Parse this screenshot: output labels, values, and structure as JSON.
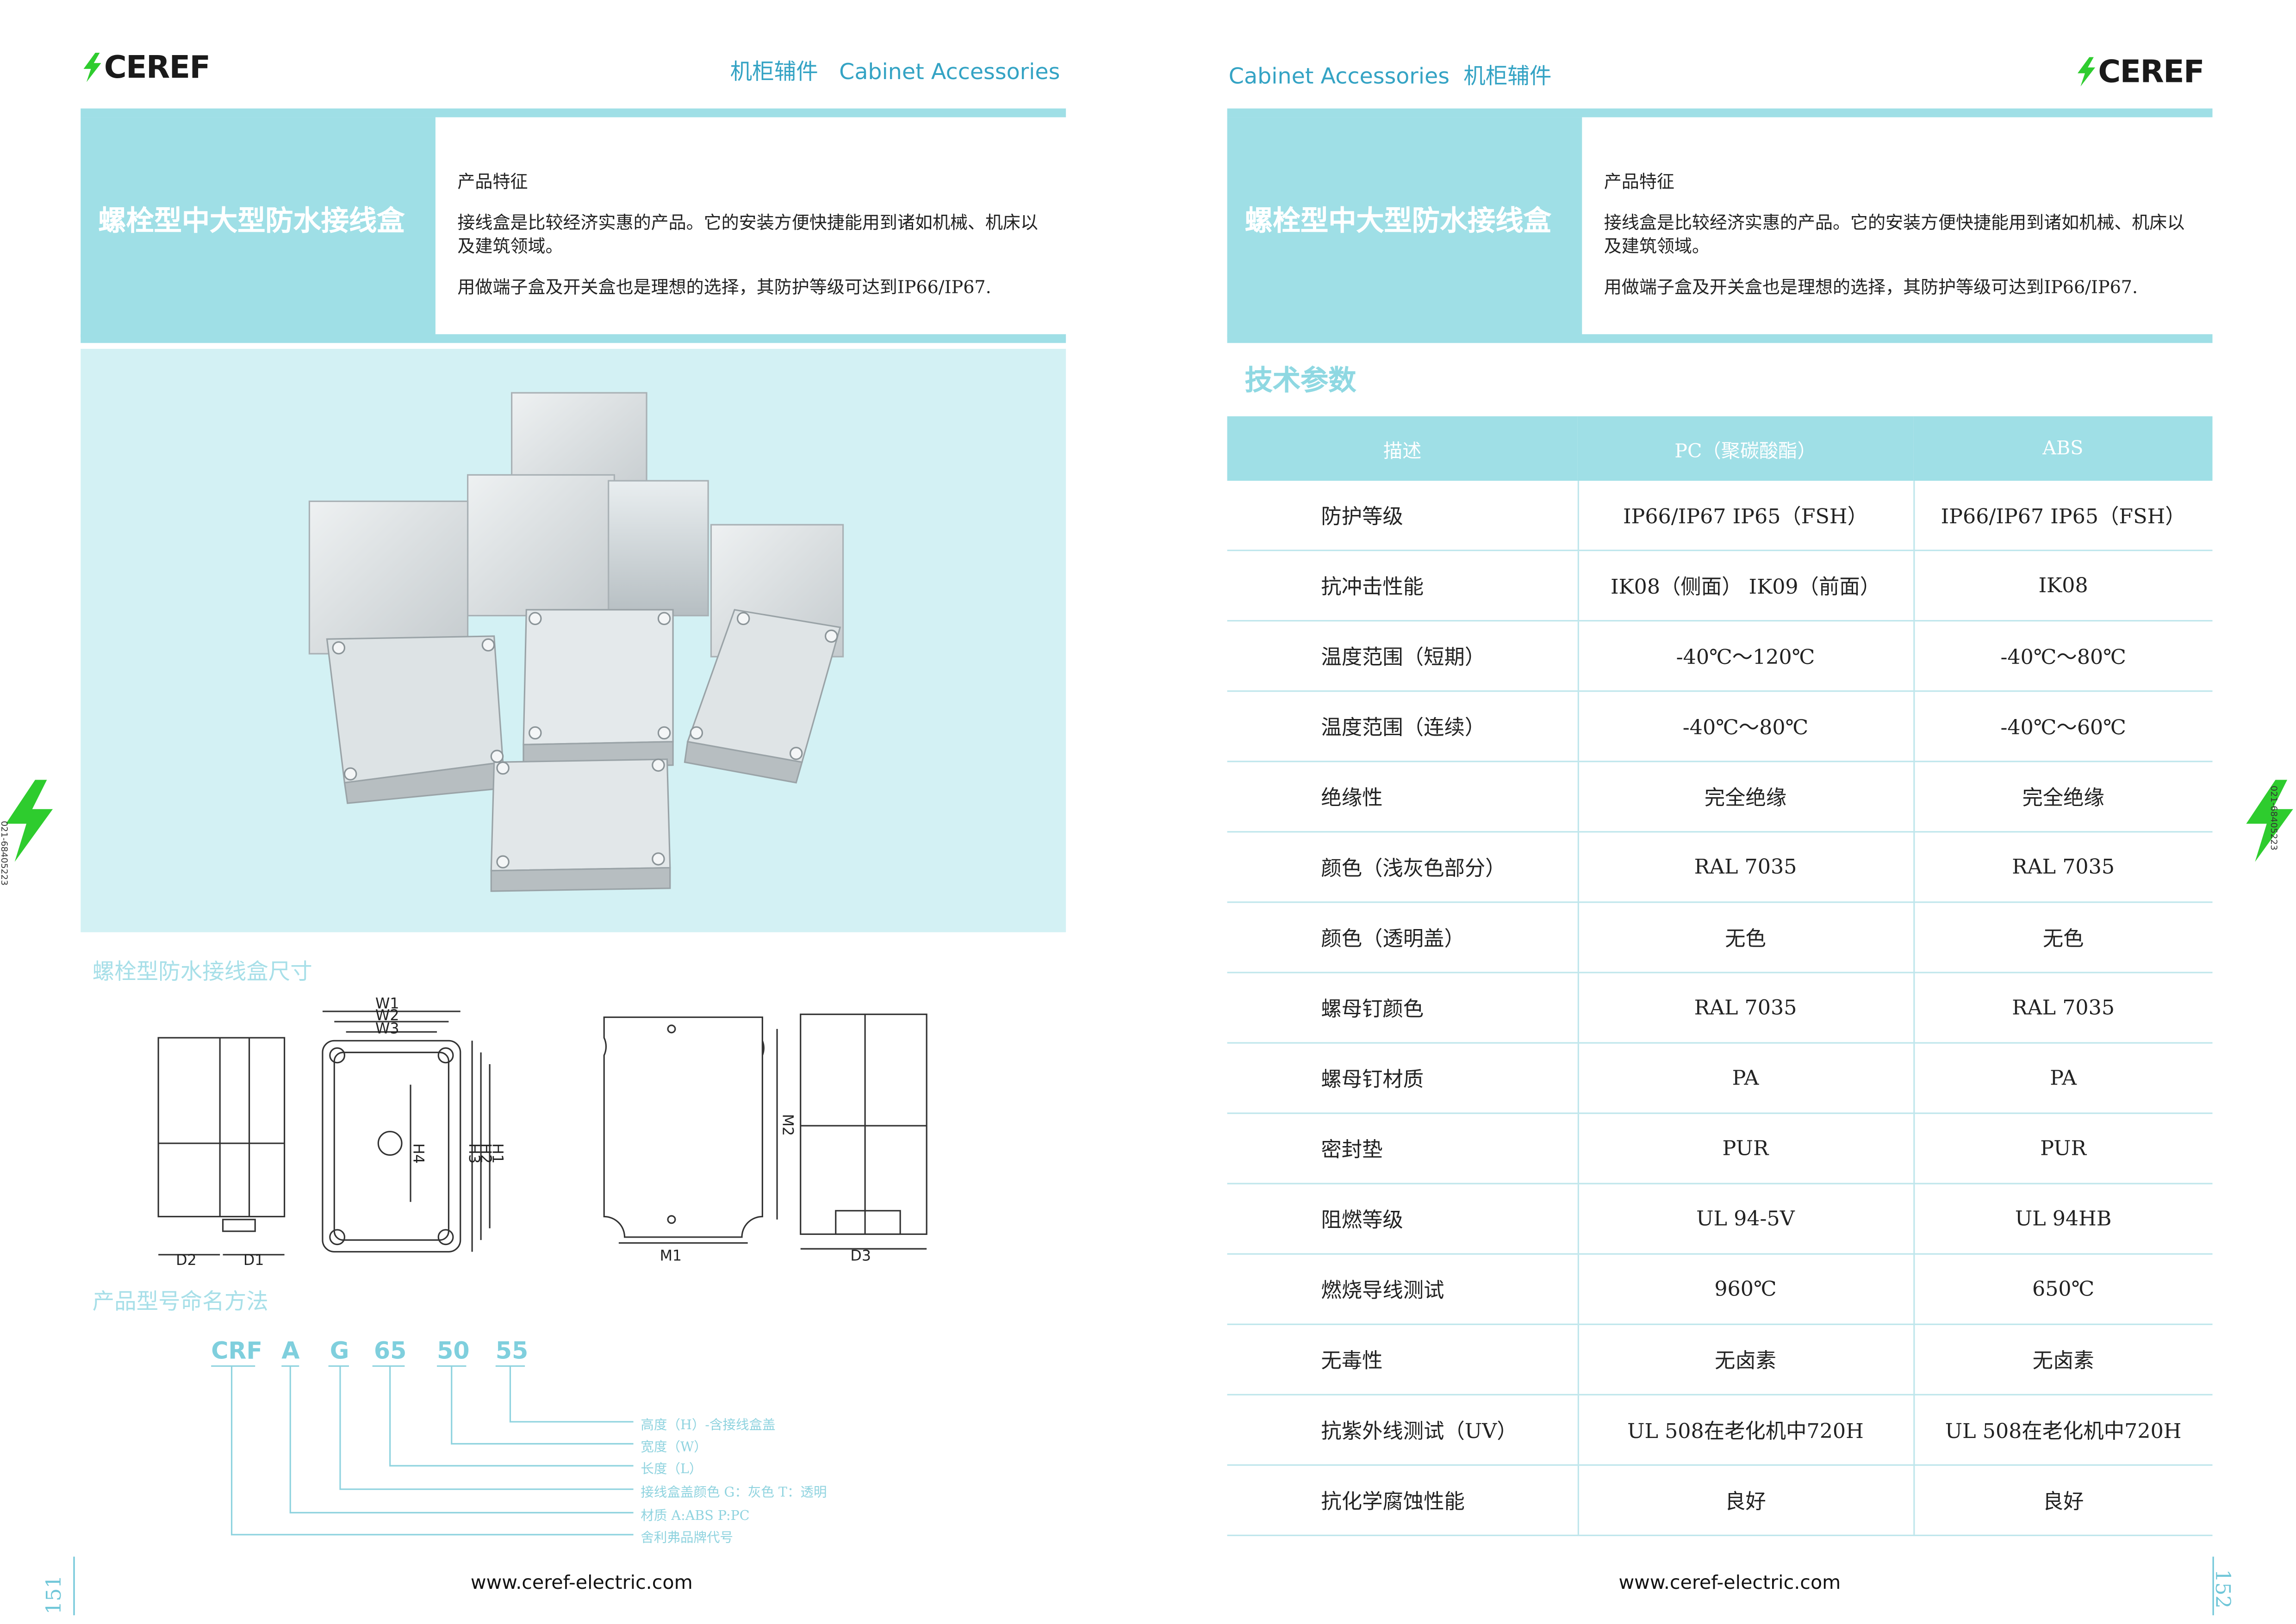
{
  "brand": {
    "name": "CEREF"
  },
  "header": {
    "left_cn": "机柜辅件",
    "left_en": "Cabinet Accessories",
    "right_en": "Cabinet Accessories",
    "right_cn": "机柜辅件"
  },
  "product": {
    "title": "螺栓型中大型防水接线盒",
    "features_label": "产品特征",
    "feature_1": "接线盒是比较经济实惠的产品。它的安装方便快捷能用到诸如机械、机床以及建筑领域。",
    "feature_2": "用做端子盒及开关盒也是理想的选择，其防护等级可达到IP66/IP67."
  },
  "dimensions": {
    "title": "螺栓型防水接线盒尺寸",
    "labels": {
      "w1": "W1",
      "w2": "W2",
      "w3": "W3",
      "h1": "H1",
      "h2": "H2",
      "h3": "H3",
      "h4": "H4",
      "d1": "D1",
      "d2": "D2",
      "d3": "D3",
      "m1": "M1",
      "m2": "M2"
    }
  },
  "naming": {
    "title": "产品型号命名方法",
    "parts": [
      "CRF",
      "A",
      "G",
      "65",
      "50",
      "55"
    ],
    "legend": [
      "高度（H）-含接线盒盖",
      "宽度（W）",
      "长度（L）",
      "接线盒盖颜色   G：灰色     T：透明",
      "材质   A:ABS    P:PC",
      "舍利弗品牌代号"
    ]
  },
  "tech": {
    "title": "技术参数",
    "columns": [
      "描述",
      "PC（聚碳酸酯）",
      "ABS"
    ],
    "rows": [
      [
        "防护等级",
        "IP66/IP67 IP65（FSH）",
        "IP66/IP67 IP65（FSH）"
      ],
      [
        "抗冲击性能",
        "IK08（侧面）  IK09（前面）",
        "IK08"
      ],
      [
        "温度范围（短期）",
        "-40℃～120℃",
        "-40℃～80℃"
      ],
      [
        "温度范围（连续）",
        "-40℃～80℃",
        "-40℃～60℃"
      ],
      [
        "绝缘性",
        "完全绝缘",
        "完全绝缘"
      ],
      [
        "颜色（浅灰色部分）",
        "RAL 7035",
        "RAL 7035"
      ],
      [
        "颜色（透明盖）",
        "无色",
        "无色"
      ],
      [
        "螺母钉颜色",
        "RAL 7035",
        "RAL 7035"
      ],
      [
        "螺母钉材质",
        "PA",
        "PA"
      ],
      [
        "密封垫",
        "PUR",
        "PUR"
      ],
      [
        "阻燃等级",
        "UL 94-5V",
        "UL 94HB"
      ],
      [
        "燃烧导线测试",
        "960℃",
        "650℃"
      ],
      [
        "无毒性",
        "无卤素",
        "无卤素"
      ],
      [
        "抗紫外线测试（UV）",
        "UL 508在老化机中720H",
        "UL 508在老化机中720H"
      ],
      [
        "抗化学腐蚀性能",
        "良好",
        "良好"
      ]
    ]
  },
  "footer": {
    "website_left": "www.ceref-electric.com",
    "website_right": "www.ceref-electric.com",
    "page_left": "151",
    "page_right": "152",
    "side_phone": "021-68405223"
  },
  "colors": {
    "accent": "#9fdfe6",
    "text_blue": "#34a3c4",
    "tab_green": "#2ecc2e"
  }
}
